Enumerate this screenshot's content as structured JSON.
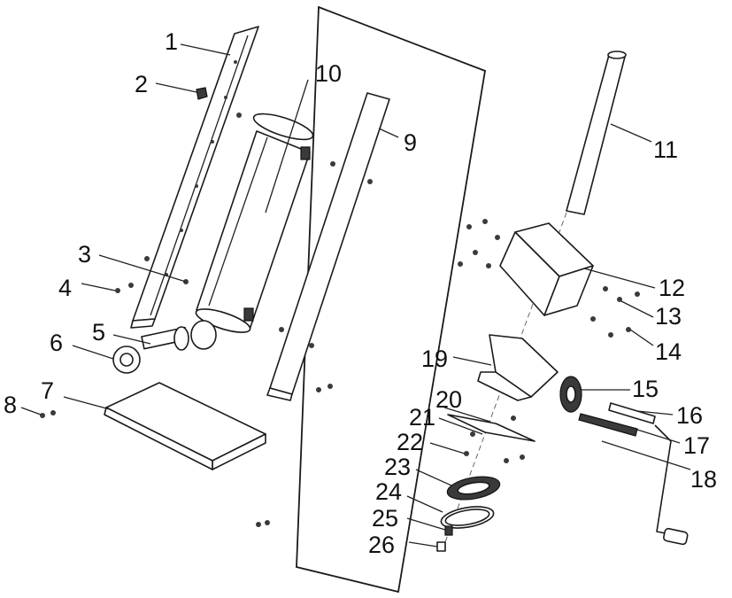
{
  "callouts": [
    {
      "id": "p1",
      "label": "1"
    },
    {
      "id": "p2",
      "label": "2"
    },
    {
      "id": "p3",
      "label": "3"
    },
    {
      "id": "p4",
      "label": "4"
    },
    {
      "id": "p5",
      "label": "5"
    },
    {
      "id": "p6",
      "label": "6"
    },
    {
      "id": "p7",
      "label": "7"
    },
    {
      "id": "p8",
      "label": "8"
    },
    {
      "id": "p9",
      "label": "9"
    },
    {
      "id": "p10",
      "label": "10"
    },
    {
      "id": "p11",
      "label": "11"
    },
    {
      "id": "p12",
      "label": "12"
    },
    {
      "id": "p13",
      "label": "13"
    },
    {
      "id": "p14",
      "label": "14"
    },
    {
      "id": "p15",
      "label": "15"
    },
    {
      "id": "p16",
      "label": "16"
    },
    {
      "id": "p17",
      "label": "17"
    },
    {
      "id": "p18",
      "label": "18"
    },
    {
      "id": "p19",
      "label": "19"
    },
    {
      "id": "p20",
      "label": "20"
    },
    {
      "id": "p21",
      "label": "21"
    },
    {
      "id": "p22",
      "label": "22"
    },
    {
      "id": "p23",
      "label": "23"
    },
    {
      "id": "p24",
      "label": "24"
    },
    {
      "id": "p25",
      "label": "25"
    },
    {
      "id": "p26",
      "label": "26"
    }
  ]
}
